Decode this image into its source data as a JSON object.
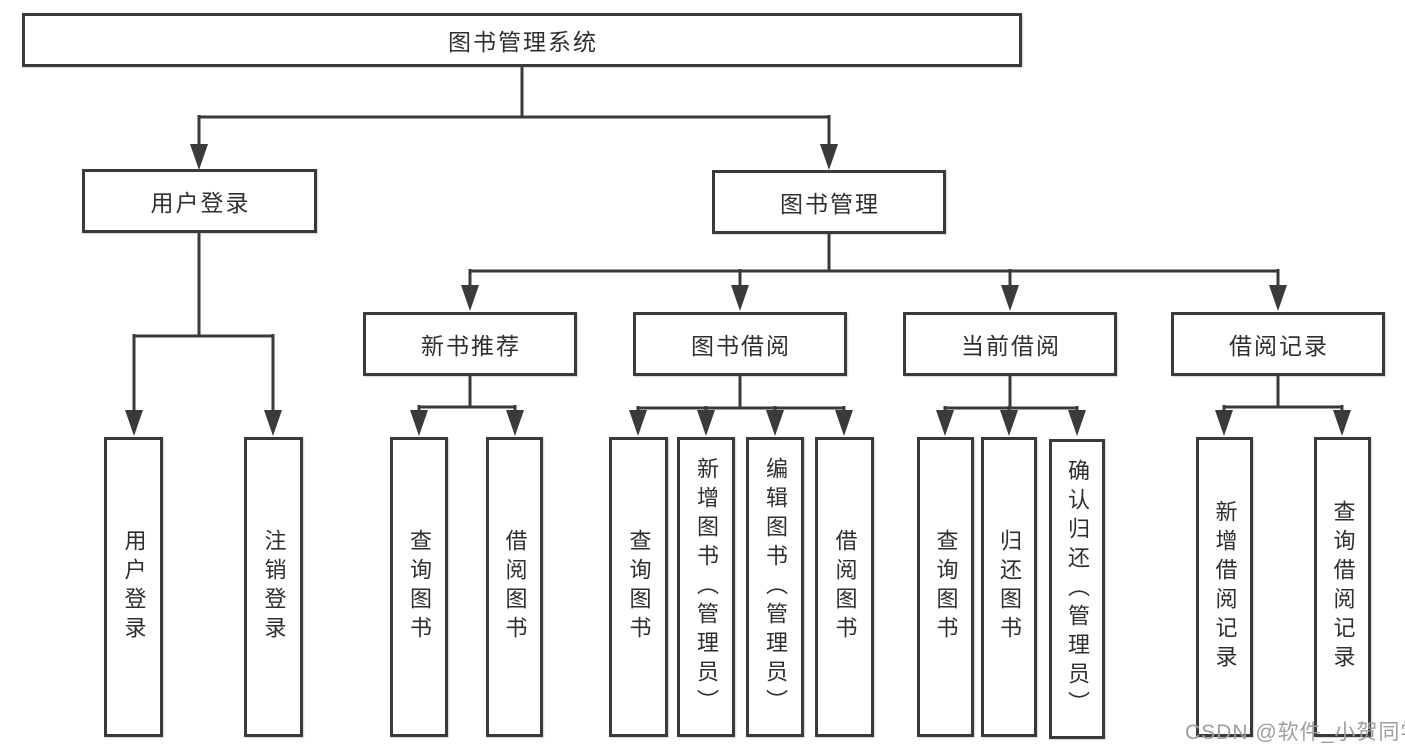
{
  "colors": {
    "line": "#3a3a3a",
    "text": "#2f2f2f",
    "box_bg": "#ffffff",
    "watermark": "#9e9e9e"
  },
  "root": {
    "label": "图书管理系统"
  },
  "level1": {
    "user_login": {
      "label": "用户登录"
    },
    "book_mgmt": {
      "label": "图书管理"
    }
  },
  "level2": {
    "new_books": {
      "label": "新书推荐"
    },
    "borrow": {
      "label": "图书借阅"
    },
    "current": {
      "label": "当前借阅"
    },
    "records": {
      "label": "借阅记录"
    }
  },
  "leaves": {
    "user_login": [
      "用户登录",
      "注销登录"
    ],
    "new_books": [
      "查询图书",
      "借阅图书"
    ],
    "borrow": [
      "查询图书",
      "新增图书（管理员）",
      "编辑图书（管理员）",
      "借阅图书"
    ],
    "current": [
      "查询图书",
      "归还图书",
      "确认归还（管理员）"
    ],
    "records": [
      "新增借阅记录",
      "查询借阅记录"
    ]
  },
  "watermark": "CSDN @软件_小贺同学"
}
